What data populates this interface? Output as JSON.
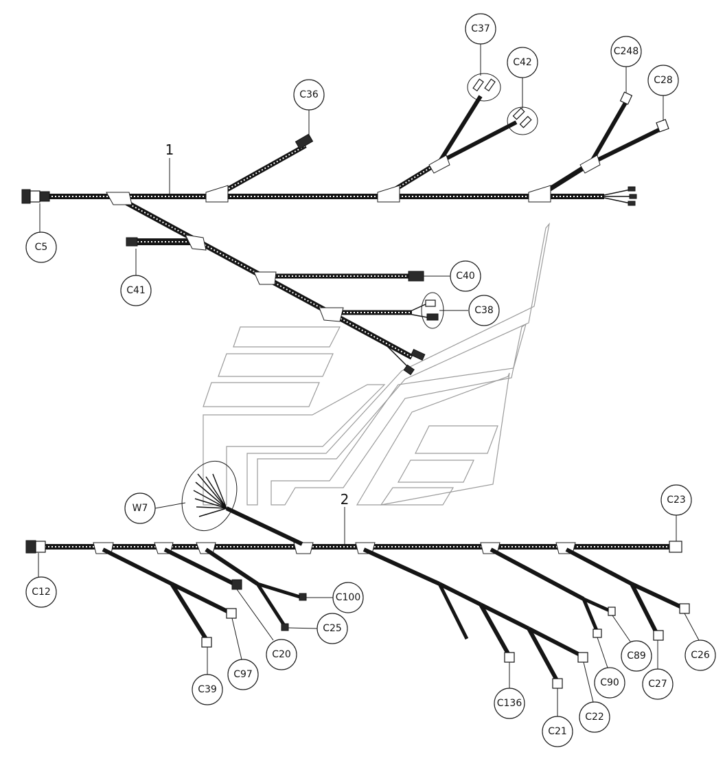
{
  "diagram": {
    "items": [
      {
        "id": "item-1",
        "label": "1"
      },
      {
        "id": "item-2",
        "label": "2"
      }
    ],
    "callouts": [
      {
        "id": "c5",
        "label": "C5"
      },
      {
        "id": "c36",
        "label": "C36"
      },
      {
        "id": "c37",
        "label": "C37"
      },
      {
        "id": "c42",
        "label": "C42"
      },
      {
        "id": "c248",
        "label": "C248"
      },
      {
        "id": "c28",
        "label": "C28"
      },
      {
        "id": "c41",
        "label": "C41"
      },
      {
        "id": "c40",
        "label": "C40"
      },
      {
        "id": "c38",
        "label": "C38"
      },
      {
        "id": "w7",
        "label": "W7"
      },
      {
        "id": "c23",
        "label": "C23"
      },
      {
        "id": "c12",
        "label": "C12"
      },
      {
        "id": "c100",
        "label": "C100"
      },
      {
        "id": "c25",
        "label": "C25"
      },
      {
        "id": "c20",
        "label": "C20"
      },
      {
        "id": "c97",
        "label": "C97"
      },
      {
        "id": "c39",
        "label": "C39"
      },
      {
        "id": "c136",
        "label": "C136"
      },
      {
        "id": "c21",
        "label": "C21"
      },
      {
        "id": "c22",
        "label": "C22"
      },
      {
        "id": "c90",
        "label": "C90"
      },
      {
        "id": "c89",
        "label": "C89"
      },
      {
        "id": "c27",
        "label": "C27"
      },
      {
        "id": "c26",
        "label": "C26"
      }
    ],
    "colors": {
      "line": "#151515",
      "watermark": "#9a9a9a",
      "background": "#ffffff"
    }
  }
}
